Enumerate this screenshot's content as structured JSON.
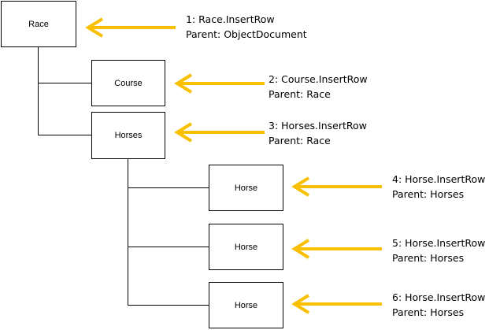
{
  "nodes": {
    "race": "Race",
    "course": "Course",
    "horses": "Horses",
    "horse_1": "Horse",
    "horse_2": "Horse",
    "horse_3": "Horse"
  },
  "annotations": {
    "race": {
      "line1": "1: Race.InsertRow",
      "line2": "Parent: ObjectDocument"
    },
    "course": {
      "line1": "2: Course.InsertRow",
      "line2": "Parent: Race"
    },
    "horses": {
      "line1": "3: Horses.InsertRow",
      "line2": "Parent: Race"
    },
    "horse_1": {
      "line1": "4: Horse.InsertRow",
      "line2": "Parent: Horses"
    },
    "horse_2": {
      "line1": "5: Horse.InsertRow",
      "line2": "Parent: Horses"
    },
    "horse_3": {
      "line1": "6: Horse.InsertRow",
      "line2": "Parent: Horses"
    }
  },
  "colors": {
    "arrow": "#F8C000",
    "line": "#000000"
  }
}
